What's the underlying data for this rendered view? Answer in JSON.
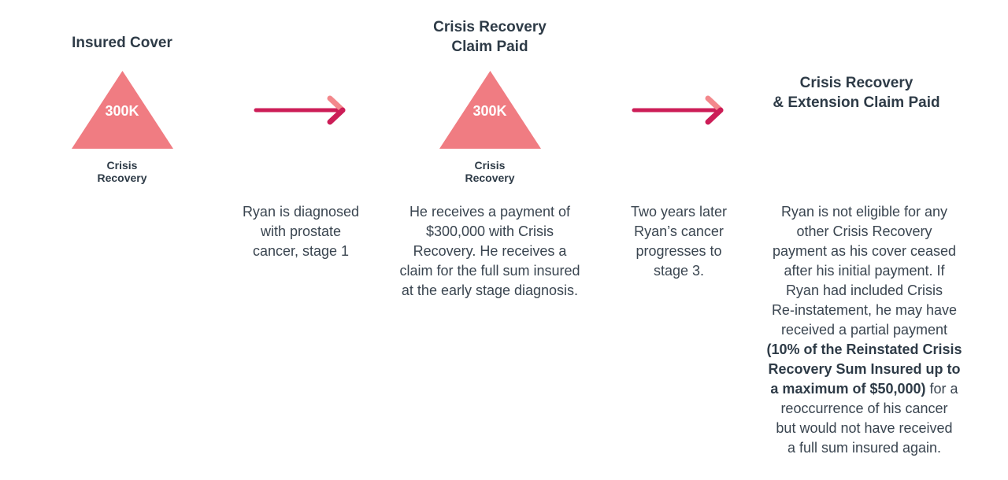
{
  "colors": {
    "triangle_fill": "#f07c82",
    "arrow_dark": "#cc1d57",
    "arrow_light": "#f3888c",
    "heading_text": "#2e3b47",
    "body_text": "#3a4550"
  },
  "steps": [
    {
      "heading_lines": [
        "Insured Cover"
      ],
      "triangle": {
        "value": "300K",
        "label_lines": [
          "Crisis",
          "Recovery"
        ]
      }
    },
    {
      "description_lines": [
        "Ryan is diagnosed",
        "with prostate",
        "cancer, stage 1"
      ]
    },
    {
      "heading_lines": [
        "Crisis Recovery",
        "Claim Paid"
      ],
      "triangle": {
        "value": "300K",
        "label_lines": [
          "Crisis",
          "Recovery"
        ]
      },
      "description_lines": [
        "He receives a payment of",
        "$300,000 with Crisis",
        "Recovery. He receives a",
        "claim for the full sum insured",
        "at the early stage diagnosis."
      ]
    },
    {
      "description_lines": [
        "Two years later",
        "Ryan’s cancer",
        "progresses to",
        "stage 3."
      ]
    },
    {
      "heading_lines": [
        "Crisis Recovery",
        "& Extension Claim Paid"
      ],
      "description_lines": [
        "Ryan is not eligible for any",
        "other Crisis Recovery",
        "payment as his cover ceased",
        "after his initial payment. If",
        "Ryan had included Crisis",
        "Re-instatement, he may have",
        "received a partial payment"
      ],
      "description_bold_lines": [
        "(10% of the Reinstated Crisis",
        "Recovery Sum Insured up to",
        "a maximum of $50,000)"
      ],
      "description_after_bold": " for a",
      "description_tail_lines": [
        "reoccurrence of his cancer",
        "but would not have received",
        "a full sum insured again."
      ]
    }
  ]
}
